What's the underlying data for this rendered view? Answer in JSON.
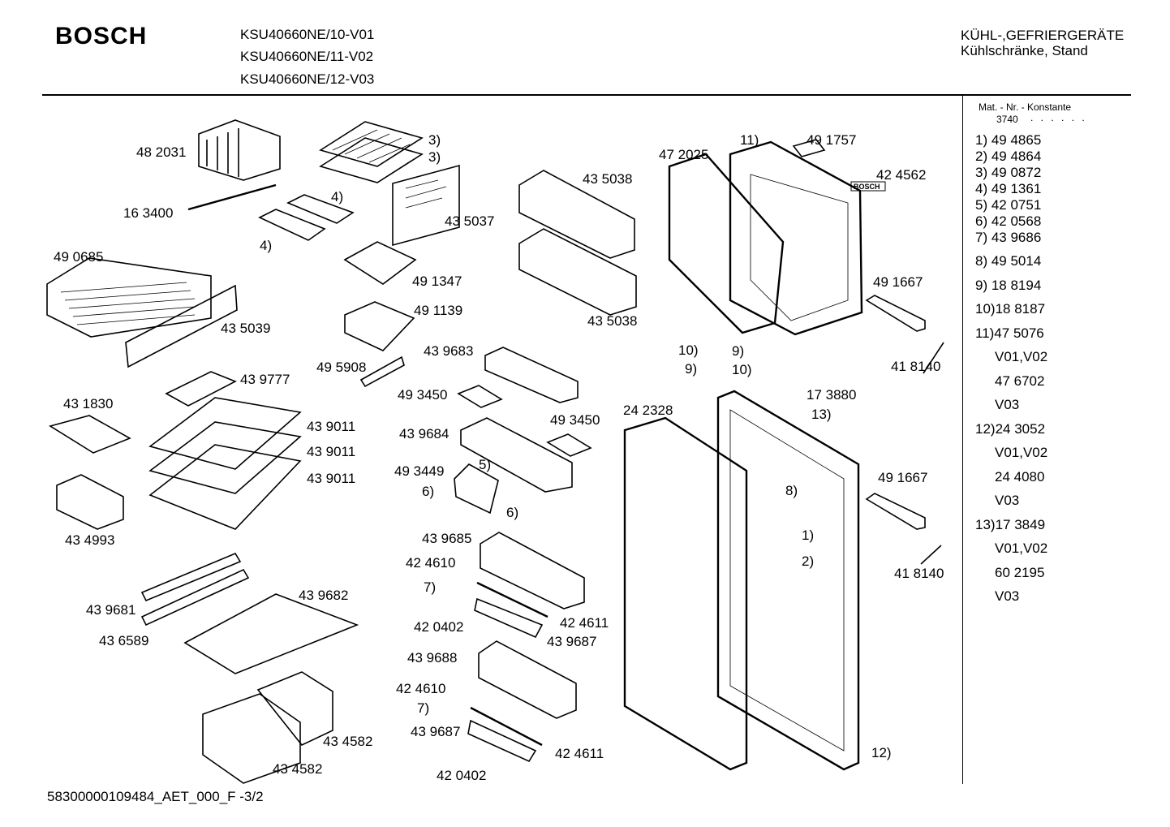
{
  "header": {
    "brand": "BOSCH",
    "models": [
      "KSU40660NE/10-V01",
      "KSU40660NE/11-V02",
      "KSU40660NE/12-V03"
    ],
    "category_line1": "KÜHL-,GEFRIERGERÄTE",
    "category_line2": "Kühlschränke, Stand"
  },
  "sidebar": {
    "heading": "Mat. - Nr. - Konstante",
    "constant": "3740",
    "dots": ". . . . . .",
    "items": [
      "1) 49 4865",
      "2) 49 4864",
      "3) 49 0872",
      "4) 49 1361",
      "5) 42 0751",
      "6) 42 0568",
      "7) 43 9686",
      "8) 49 5014",
      "9) 18 8194",
      "10)18 8187",
      "11)47 5076",
      "V01,V02",
      "47 6702",
      "V03",
      "12)24 3052",
      "V01,V02",
      "24 4080",
      "V03",
      "13)17 3849",
      "V01,V02",
      "60 2195",
      "V03"
    ]
  },
  "diagram": {
    "labels": [
      "48 2031",
      "16 3400",
      "3)",
      "3)",
      "4)",
      "4)",
      "43 5037",
      "49 0685",
      "49 1347",
      "43 5039",
      "49 1139",
      "49 5908",
      "43 9777",
      "43 1830",
      "43 9011",
      "43 9011",
      "43 9011",
      "43 4993",
      "43 9681",
      "43 9682",
      "43 6589",
      "43 4582",
      "43 4582",
      "43 5038",
      "43 5038",
      "43 9683",
      "49 3450",
      "49 3450",
      "43 9684",
      "49 3449",
      "5)",
      "6)",
      "6)",
      "43 9685",
      "42 4610",
      "7)",
      "42 0402",
      "42 4611",
      "43 9687",
      "43 9688",
      "42 4610",
      "7)",
      "43 9687",
      "42 4611",
      "42 0402",
      "11)",
      "49 1757",
      "47 2025",
      "42 4562",
      "BOSCH",
      "49 1667",
      "41 8140",
      "10)",
      "9)",
      "9)",
      "10)",
      "17 3880",
      "13)",
      "24 2328",
      "8)",
      "1)",
      "2)",
      "49 1667",
      "41 8140",
      "12)"
    ]
  },
  "footer": {
    "doc_id": "58300000109484_AET_000_F -3/2"
  }
}
